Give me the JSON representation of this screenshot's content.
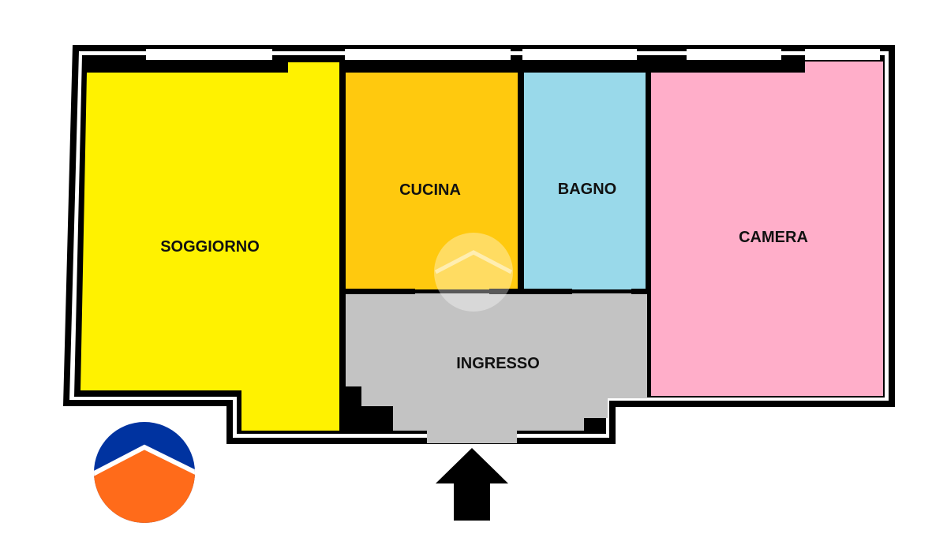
{
  "rooms": {
    "soggiorno": {
      "label": "SOGGIORNO",
      "color": "#FFF200"
    },
    "cucina": {
      "label": "CUCINA",
      "color": "#FFC90E"
    },
    "bagno": {
      "label": "BAGNO",
      "color": "#99D9EA"
    },
    "camera": {
      "label": "CAMERA",
      "color": "#FFAEC9"
    },
    "ingresso": {
      "label": "INGRESSO",
      "color": "#C3C3C3"
    }
  },
  "wall_color": "#000000",
  "logo": {
    "icon": "house-roof-logo-icon",
    "top_color": "#0033A0",
    "bottom_color": "#FF6B1A"
  },
  "entrance": {
    "icon": "entrance-arrow-icon"
  }
}
